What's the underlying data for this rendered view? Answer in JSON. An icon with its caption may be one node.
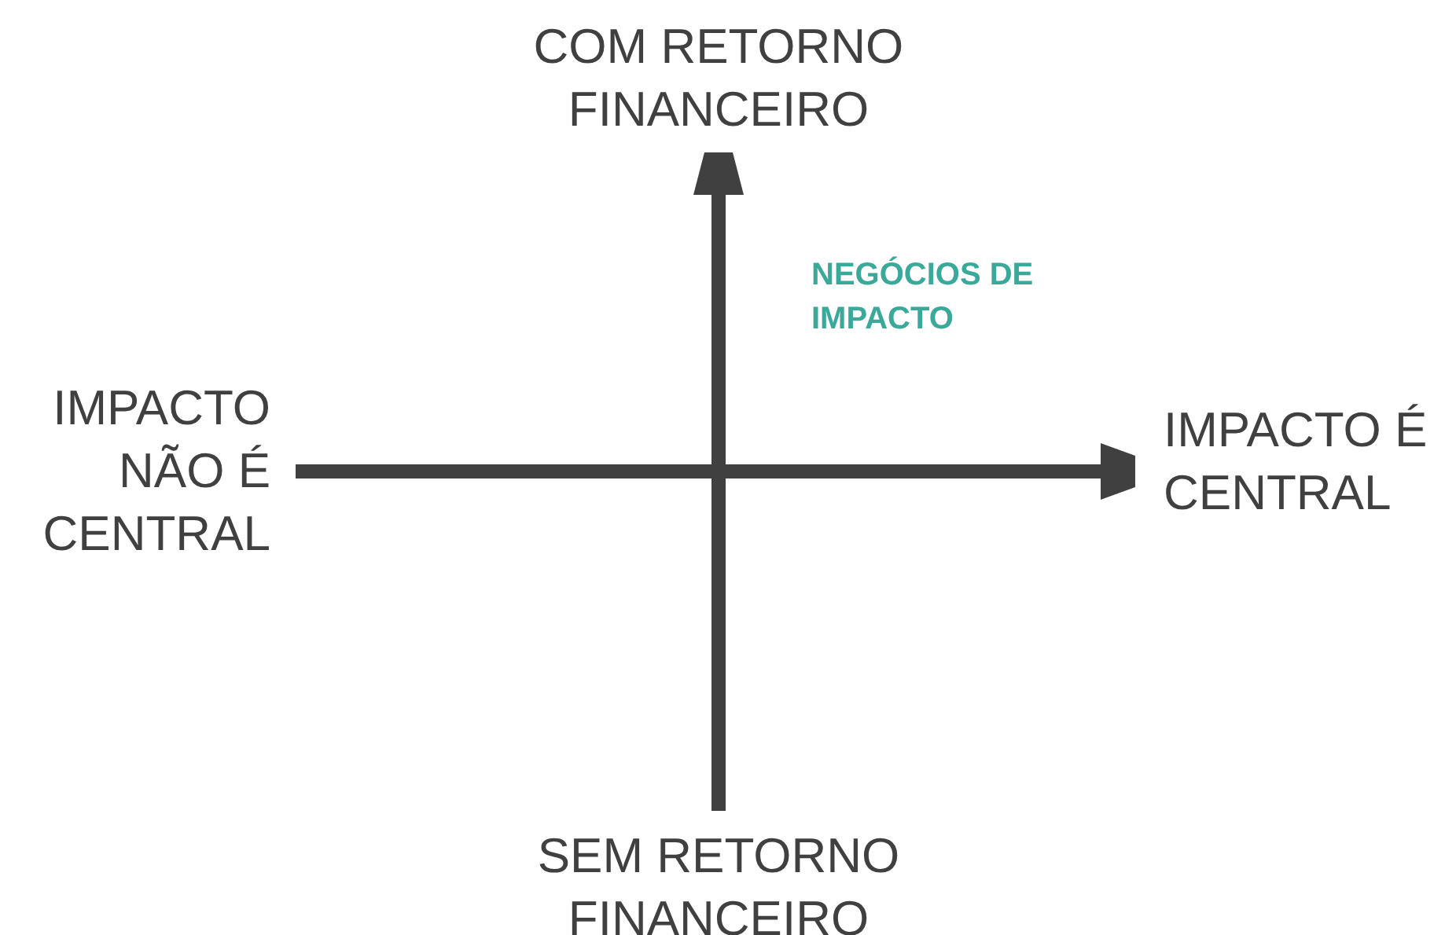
{
  "diagram": {
    "labels": [
      "COM RETORNO FINANCEIRO",
      "NEGÓCIOS DE IMPACTO",
      "IMPACTO NÃO É CENTRAL",
      "IMPACTO É CENTRAL",
      "SEM RETORNO FINANCEIRO"
    ]
  }
}
